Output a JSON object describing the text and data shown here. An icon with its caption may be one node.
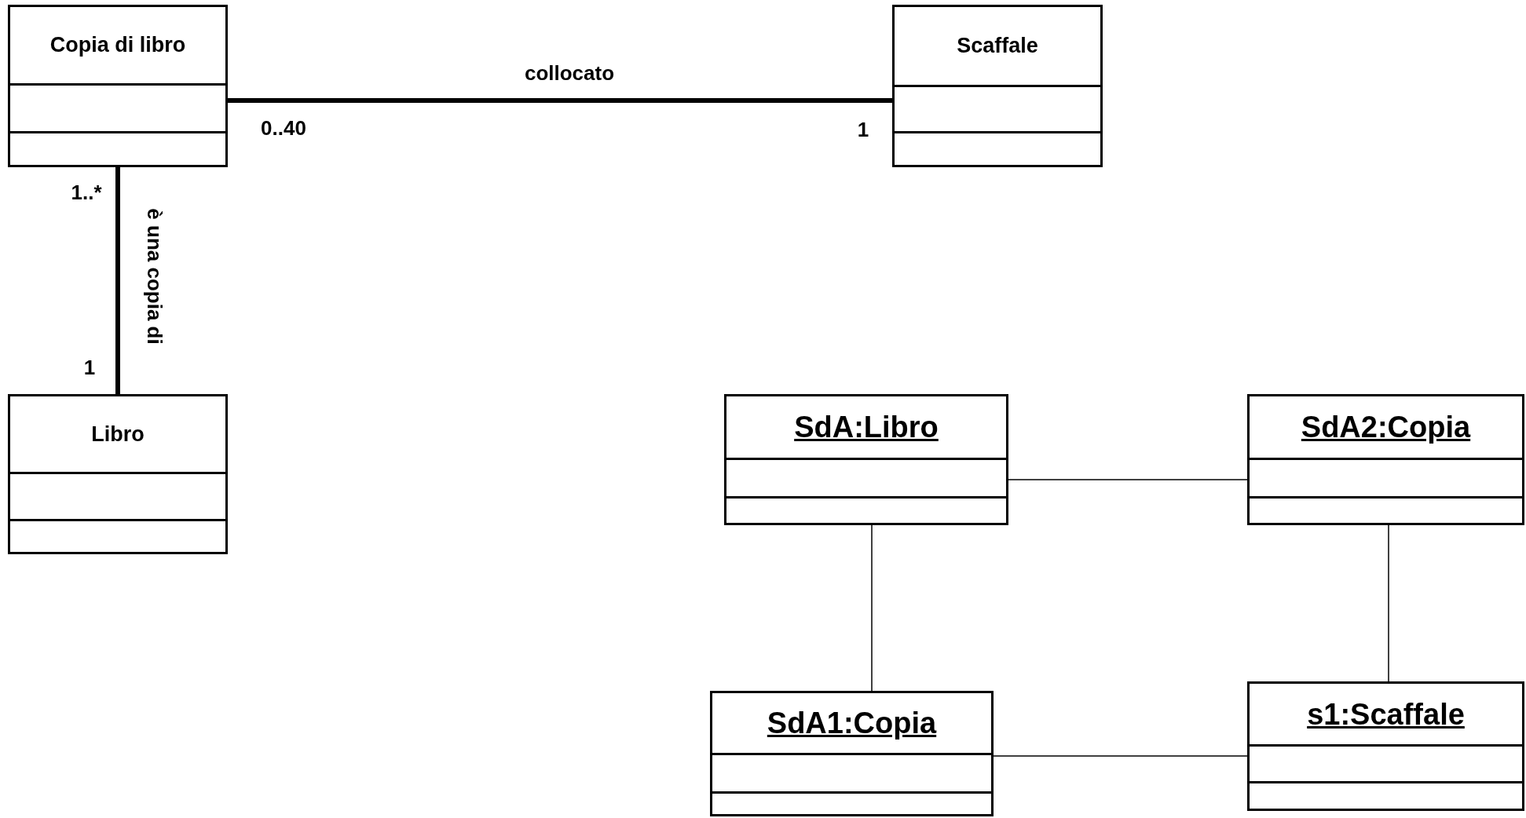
{
  "diagram": {
    "nodes": [
      {
        "text": [
          "Copia di libro"
        ]
      },
      {
        "text": [
          "Scaffale"
        ]
      },
      {
        "text": [
          "Libro"
        ]
      },
      {
        "text": [
          "SdA:Libro"
        ]
      },
      {
        "text": [
          "SdA2:Copia"
        ]
      },
      {
        "text": [
          "SdA1:Copia"
        ]
      },
      {
        "text": [
          "s1:Scaffale"
        ]
      }
    ],
    "edges": [
      {
        "from": 0,
        "to": 1,
        "arrow": "none",
        "label": "collocato",
        "style": "thick"
      },
      {
        "from": 0,
        "to": 2,
        "arrow": "none",
        "label": "è una copia di",
        "style": "thick"
      },
      {
        "from": 3,
        "to": 4,
        "arrow": "none"
      },
      {
        "from": 3,
        "to": 5,
        "arrow": "none"
      },
      {
        "from": 4,
        "to": 6,
        "arrow": "none"
      },
      {
        "from": 5,
        "to": 6,
        "arrow": "none"
      }
    ],
    "labels": [
      "0..40",
      "1",
      "1..*",
      "1"
    ]
  }
}
